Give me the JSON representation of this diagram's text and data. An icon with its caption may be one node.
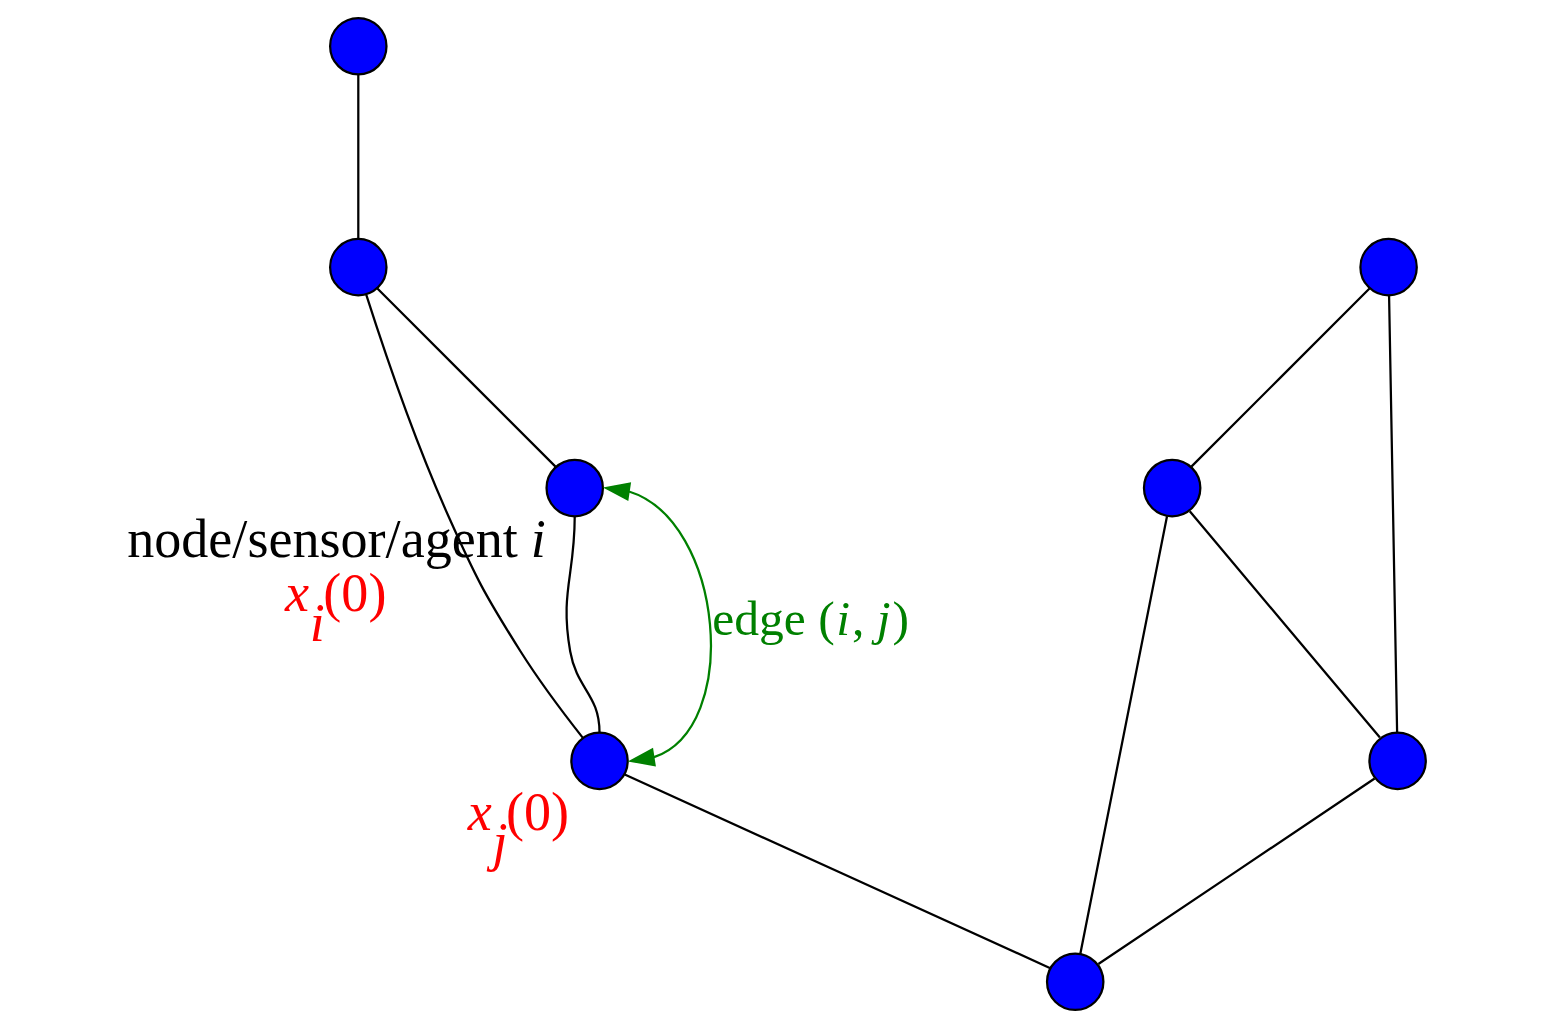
{
  "diagram": {
    "nodes": [
      {
        "text": [],
        "shape": "circle",
        "beside": [
          "node/sensor/agent *i*",
          "*x*$_{i}$(0)"
        ]
      },
      {
        "text": [],
        "shape": "circle"
      },
      {
        "text": [],
        "shape": "circle",
        "beside": [
          "*x*$_{j}$(0)"
        ]
      },
      {
        "text": [],
        "shape": "circle"
      },
      {
        "text": [],
        "shape": "circle"
      },
      {
        "text": [],
        "shape": "circle"
      },
      {
        "text": [],
        "shape": "circle"
      },
      {
        "text": [],
        "shape": "circle"
      }
    ],
    "edges": [
      {
        "from": 1,
        "to": 2,
        "arrow": "none"
      },
      {
        "from": 2,
        "to": 0,
        "arrow": "none"
      },
      {
        "from": 2,
        "to": 0,
        "arrow": "both",
        "label": "edge (*i*, *j*)",
        "color": "#008000"
      },
      {
        "from": 2,
        "to": 4,
        "arrow": "none"
      },
      {
        "from": 0,
        "to": 4,
        "arrow": "none"
      },
      {
        "from": 4,
        "to": 6,
        "arrow": "none"
      },
      {
        "from": 1,
        "to": 5,
        "arrow": "none"
      },
      {
        "from": 1,
        "to": 3,
        "arrow": "none"
      },
      {
        "from": 3,
        "to": 5,
        "arrow": "none"
      },
      {
        "from": 3,
        "to": 7,
        "arrow": "none"
      },
      {
        "from": 5,
        "to": 7,
        "arrow": "none"
      }
    ]
  }
}
